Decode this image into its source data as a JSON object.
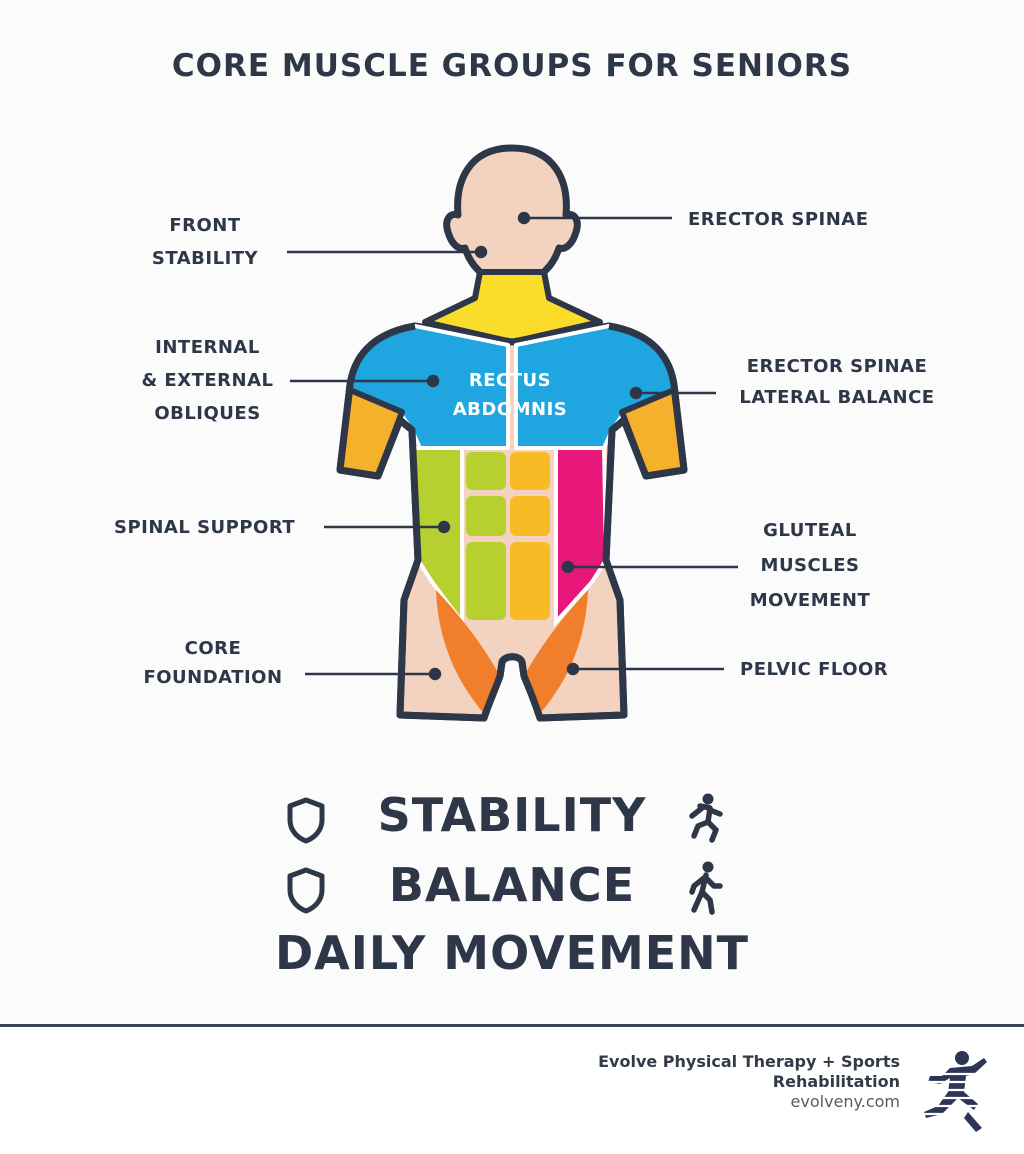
{
  "title": "CORE MUSCLE GROUPS FOR SENIORS",
  "labels": {
    "front_stability": [
      "FRONT",
      "STABILITY"
    ],
    "erector_spinae": [
      "ERECTOR SPINAE"
    ],
    "obliques": [
      "INTERNAL",
      "& EXTERNAL",
      "OBLIQUES"
    ],
    "erector_lateral": [
      "ERECTOR SPINAE",
      "LATERAL BALANCE"
    ],
    "spinal_support": [
      "SPINAL SUPPORT"
    ],
    "gluteal": [
      "GLUTEAL",
      "MUSCLES",
      "MOVEMENT"
    ],
    "core_foundation": [
      "CORE",
      "FOUNDATION"
    ],
    "pelvic_floor": [
      "PELVIC FLOOR"
    ],
    "rectus": [
      "RECTUS",
      "ABDOMNIS"
    ]
  },
  "benefits": [
    "STABILITY",
    "BALANCE",
    "DAILY MOVEMENT"
  ],
  "icons": [
    "shield-icon",
    "running-person-icon",
    "shield-icon",
    "walking-person-icon",
    "runner-logo-icon"
  ],
  "colors": {
    "outline": "#2d3748",
    "skin": "#f3d3c0",
    "blue": "#1fa6e0",
    "yellow": "#fadd2a",
    "orange_arm": "#f6b12c",
    "green": "#b6d12f",
    "ab_yellow": "#f6bb25",
    "magenta": "#e8187a",
    "hip_orange": "#f07e2a"
  },
  "footer": {
    "name": "Evolve Physical Therapy + Sports Rehabilitation",
    "name_line1": "Evolve Physical Therapy + Sports",
    "name_line2": "Rehabilitation",
    "url": "evolveny.com"
  }
}
